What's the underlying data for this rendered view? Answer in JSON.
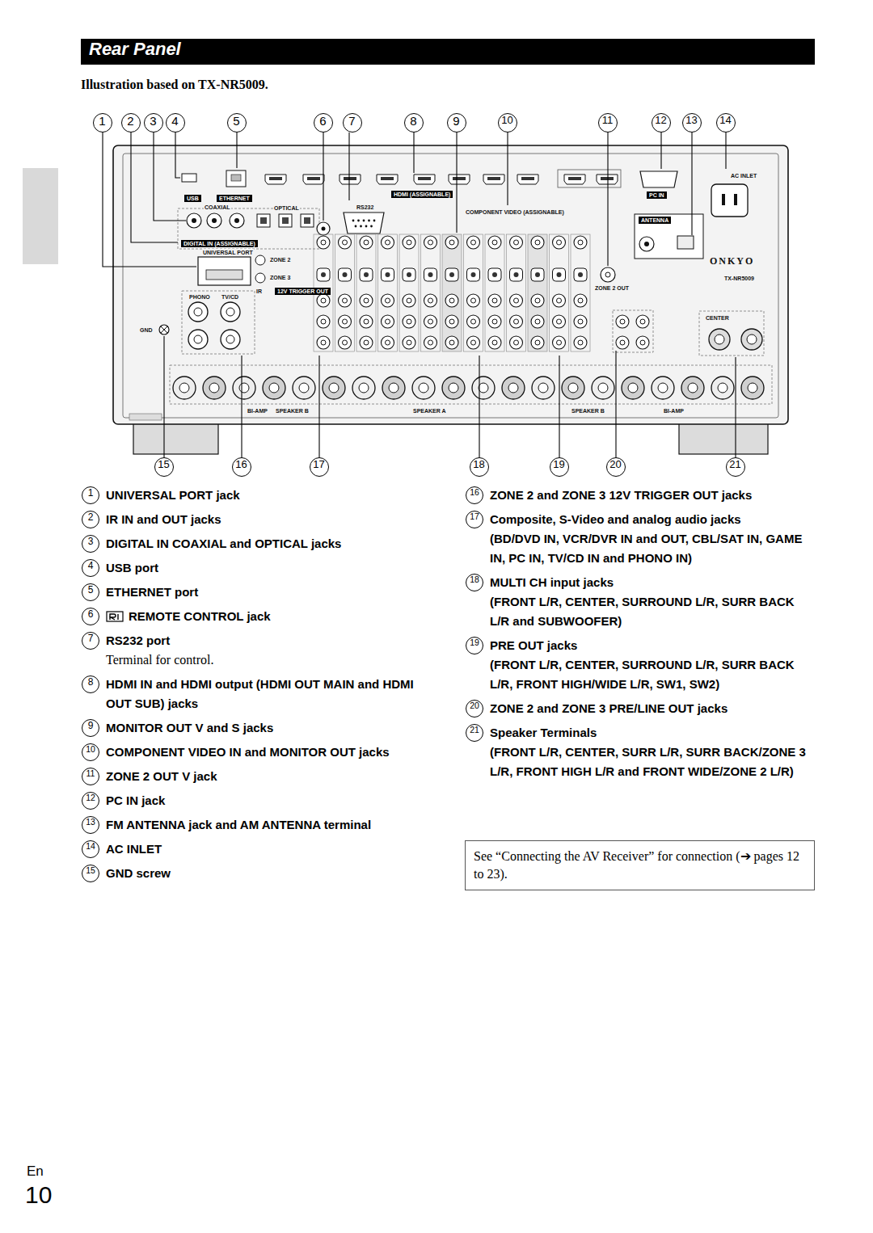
{
  "diagram": {
    "title": "Rear Panel",
    "nodes": [
      {
        "text": [
          "See “Connecting the AV Receiver” for connection (➔ pages 12 to 23)."
        ]
      }
    ],
    "labels": [
      "Illustration based on TX-NR5009.",
      "1",
      "2",
      "3",
      "4",
      "5",
      "6",
      "7",
      "8",
      "9",
      "10",
      "11",
      "12",
      "13",
      "14",
      "15",
      "16",
      "17",
      "18",
      "19",
      "20",
      "21",
      "USB",
      "ETHERNET",
      "HDMI (ASSIGNABLE)",
      "COAXIAL",
      "OPTICAL",
      "DIGITAL IN (ASSIGNABLE)",
      "UNIVERSAL PORT",
      "ZONE 2",
      "ZONE 3",
      "IR",
      "12V TRIGGER OUT",
      "RS232",
      "COMPONENT VIDEO (ASSIGNABLE)",
      "ZONE 2 OUT",
      "PC IN",
      "ANTENNA",
      "AC INLET",
      "ONKYO",
      "TX-NR5009",
      "PHONO",
      "TV/CD",
      "CENTER",
      "GND",
      "BI-AMP",
      "SPEAKER B",
      "SPEAKER A",
      "SPEAKER B",
      "BI-AMP",
      "1",
      "UNIVERSAL PORT jack",
      "2",
      "IR IN and OUT jacks",
      "3",
      "DIGITAL IN COAXIAL and OPTICAL jacks",
      "4",
      "USB port",
      "5",
      "ETHERNET port",
      "6",
      "REMOTE CONTROL jack",
      "7",
      "RS232 port",
      "Terminal for control.",
      "8",
      "HDMI IN and HDMI output (HDMI OUT MAIN and HDMI OUT SUB) jacks",
      "9",
      "MONITOR OUT V and S jacks",
      "10",
      "COMPONENT VIDEO IN and MONITOR OUT jacks",
      "11",
      "ZONE 2 OUT V jack",
      "12",
      "PC IN jack",
      "13",
      "FM ANTENNA jack and AM ANTENNA terminal",
      "14",
      "AC INLET",
      "15",
      "GND screw",
      "16",
      "ZONE 2 and ZONE 3 12V TRIGGER OUT jacks",
      "17",
      "Composite, S-Video and analog audio jacks",
      "(BD/DVD IN, VCR/DVR IN and OUT, CBL/SAT IN, GAME IN, PC IN, TV/CD IN and PHONO IN)",
      "18",
      "MULTI CH input jacks",
      "(FRONT L/R, CENTER, SURROUND L/R, SURR BACK L/R and SUBWOOFER)",
      "19",
      "PRE OUT jacks",
      "(FRONT L/R, CENTER, SURROUND L/R, SURR BACK L/R, FRONT HIGH/WIDE L/R, SW1, SW2)",
      "20",
      "ZONE 2 and ZONE 3 PRE/LINE OUT jacks",
      "21",
      "Speaker Terminals",
      "(FRONT L/R, CENTER, SURR L/R, SURR BACK/ZONE 3 L/R, FRONT HIGH L/R and FRONT WIDE/ZONE 2 L/R)",
      "En",
      "10"
    ]
  }
}
